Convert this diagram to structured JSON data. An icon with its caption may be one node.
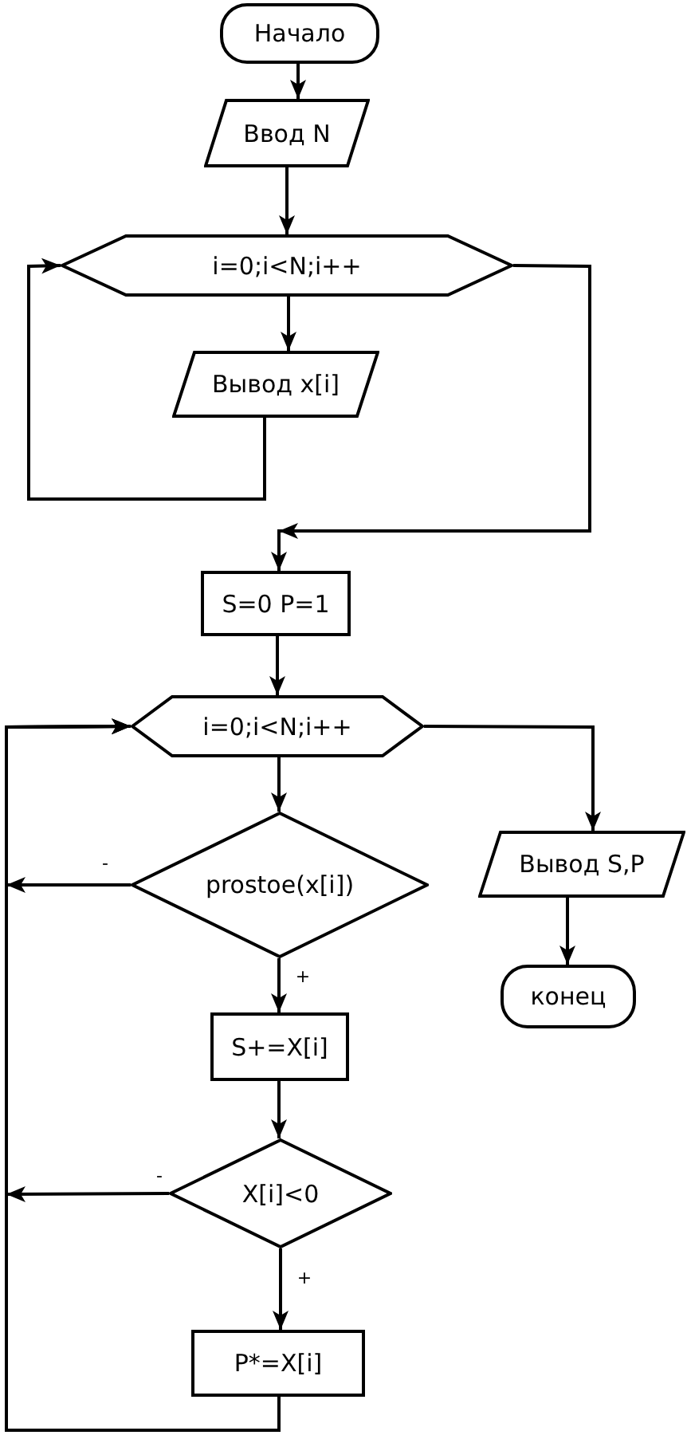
{
  "diagram": {
    "nodes": [
      {
        "text": [
          "Начало"
        ]
      },
      {
        "text": [
          "Ввод N"
        ]
      },
      {
        "text": [
          "i=0;i<N;i++"
        ]
      },
      {
        "text": [
          "Вывод x[i]"
        ]
      },
      {
        "text": [
          "S=0 P=1"
        ]
      },
      {
        "text": [
          "i=0;i<N;i++"
        ]
      },
      {
        "text": [
          "prostoe(x[i])"
        ]
      },
      {
        "text": [
          "Вывод S,P"
        ]
      },
      {
        "text": [
          "конец"
        ]
      },
      {
        "text": [
          "S+=X[i]"
        ]
      },
      {
        "text": [
          "X[i]<0"
        ]
      },
      {
        "text": [
          "P*=X[i]"
        ]
      }
    ],
    "edges": [
      {
        "from": 0,
        "to": 1,
        "arrow": "to"
      },
      {
        "from": 1,
        "to": 2,
        "arrow": "to"
      },
      {
        "from": 2,
        "to": 3,
        "arrow": "to"
      },
      {
        "from": 3,
        "to": 2,
        "arrow": "to"
      },
      {
        "from": 2,
        "to": 4,
        "arrow": "to"
      },
      {
        "from": 4,
        "to": 5,
        "arrow": "to"
      },
      {
        "from": 5,
        "to": 6,
        "arrow": "to"
      },
      {
        "from": 5,
        "to": 7,
        "arrow": "to"
      },
      {
        "from": 6,
        "to": 9,
        "arrow": "to",
        "label": "+"
      },
      {
        "from": 6,
        "to": 5,
        "arrow": "to",
        "label": "-"
      },
      {
        "from": 9,
        "to": 10,
        "arrow": "to"
      },
      {
        "from": 10,
        "to": 11,
        "arrow": "to",
        "label": "+"
      },
      {
        "from": 10,
        "to": 5,
        "arrow": "to",
        "label": "-"
      },
      {
        "from": 11,
        "to": 5,
        "arrow": "to"
      },
      {
        "from": 7,
        "to": 8,
        "arrow": "to"
      }
    ]
  }
}
